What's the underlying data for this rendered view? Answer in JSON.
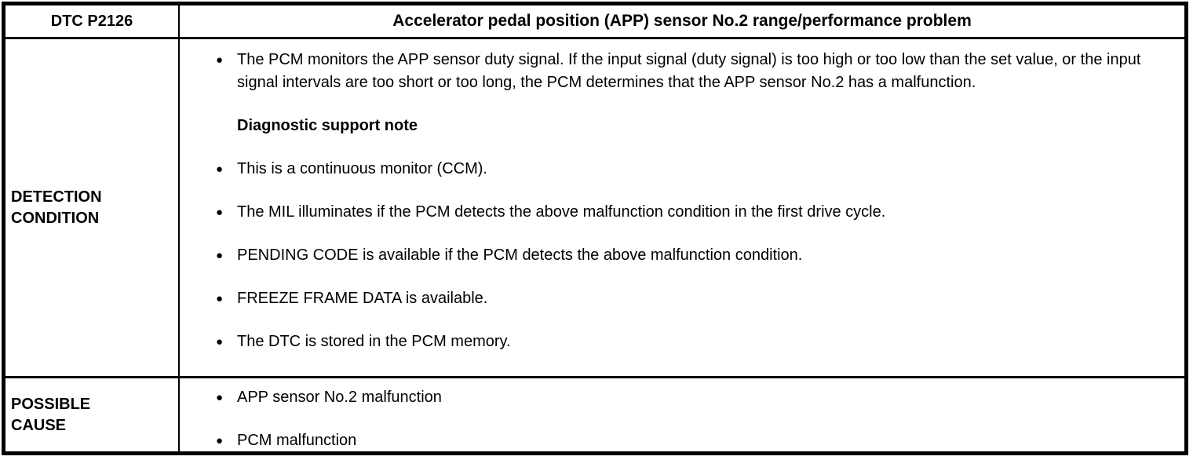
{
  "icons": {
    "bullet": "●"
  },
  "colors": {
    "border": "#000000",
    "background": "#ffffff",
    "text": "#000000"
  },
  "header": {
    "dtc_label": "DTC P2126",
    "title": "Accelerator pedal position (APP) sensor No.2 range/performance problem"
  },
  "detection": {
    "label": "DETECTION\nCONDITION",
    "items": [
      {
        "type": "bullet",
        "text": "The PCM monitors the APP sensor duty signal. If the input signal (duty signal) is too high or too low than the set value, or the input signal intervals are too short or too long, the PCM determines that the APP sensor No.2 has a malfunction."
      },
      {
        "type": "subheading",
        "text": "Diagnostic support note"
      },
      {
        "type": "bullet",
        "text": "This is a continuous monitor (CCM)."
      },
      {
        "type": "bullet",
        "text": "The MIL illuminates if the PCM detects the above malfunction condition in the first drive cycle."
      },
      {
        "type": "bullet",
        "text": "PENDING CODE is available if the PCM detects the above malfunction condition."
      },
      {
        "type": "bullet",
        "text": "FREEZE FRAME DATA is available."
      },
      {
        "type": "bullet",
        "text": "The DTC is stored in the PCM memory."
      }
    ]
  },
  "possible": {
    "label": "POSSIBLE\nCAUSE",
    "items": [
      {
        "type": "bullet",
        "text": "APP sensor No.2 malfunction"
      },
      {
        "type": "bullet",
        "text": "PCM malfunction"
      }
    ]
  }
}
